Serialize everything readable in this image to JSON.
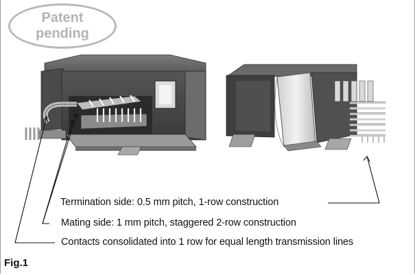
{
  "badge": {
    "line1": "Patent",
    "line2": "pending"
  },
  "labels": {
    "termination": "Termination side: 0.5 mm pitch, 1-row construction",
    "mating": "Mating side: 1 mm pitch, staggered 2-row construction",
    "contacts": "Contacts consolidated into 1 row for equal length transmission lines"
  },
  "figure_label": "Fig.1"
}
